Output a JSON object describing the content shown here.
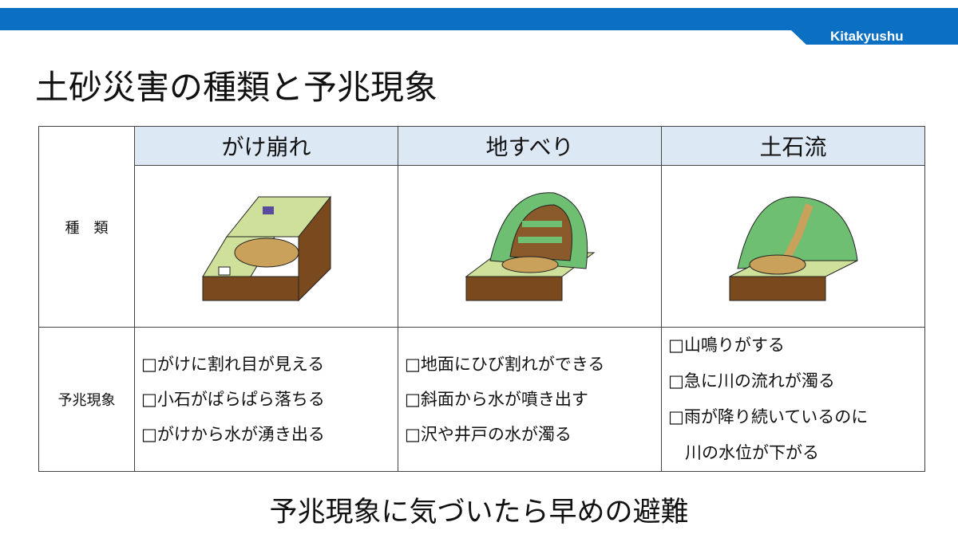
{
  "header": {
    "brand": "Kitakyushu",
    "title": "土砂災害の種類と予兆現象"
  },
  "table": {
    "row_labels": {
      "type": "種　類",
      "signs": "予兆現象"
    },
    "columns": [
      {
        "name": "がけ崩れ",
        "signs": [
          "□がけに割れ目が見える",
          "□小石がぱらぱら落ちる",
          "□がけから水が湧き出る"
        ]
      },
      {
        "name": "地すべり",
        "signs": [
          "□地面にひび割れができる",
          "□斜面から水が噴き出す",
          "□沢や井戸の水が濁る"
        ]
      },
      {
        "name": "土石流",
        "signs": [
          "□山鳴りがする",
          "□急に川の流れが濁る",
          "□雨が降り続いているのに",
          "　川の水位が下がる"
        ]
      }
    ]
  },
  "footer": "予兆現象に気づいたら早めの避難",
  "colors": {
    "brand": "#0b6fc3",
    "header_cell": "#dde8f5"
  }
}
